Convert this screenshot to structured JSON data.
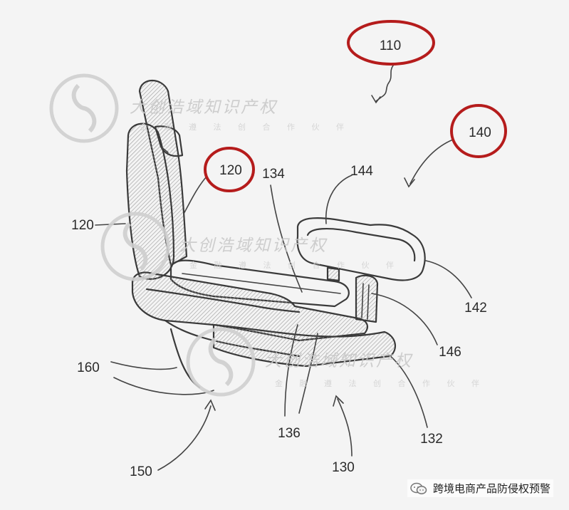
{
  "labels": {
    "l110": "110",
    "l140": "140",
    "l120a": "120",
    "l120b": "120",
    "l134": "134",
    "l144": "144",
    "l142": "142",
    "l146": "146",
    "l160": "160",
    "l136": "136",
    "l132": "132",
    "l150": "150",
    "l130": "130"
  },
  "watermark": {
    "title": "大创浩域知识产权",
    "subtitle": "金 融 遵 法 创 合 作 伙 伴"
  },
  "footer": {
    "text": "跨境电商产品防侵权预警"
  },
  "colors": {
    "highlight_ring": "#b51c1c",
    "line": "#3a3a3a",
    "watermark": "#cfcfcf"
  }
}
